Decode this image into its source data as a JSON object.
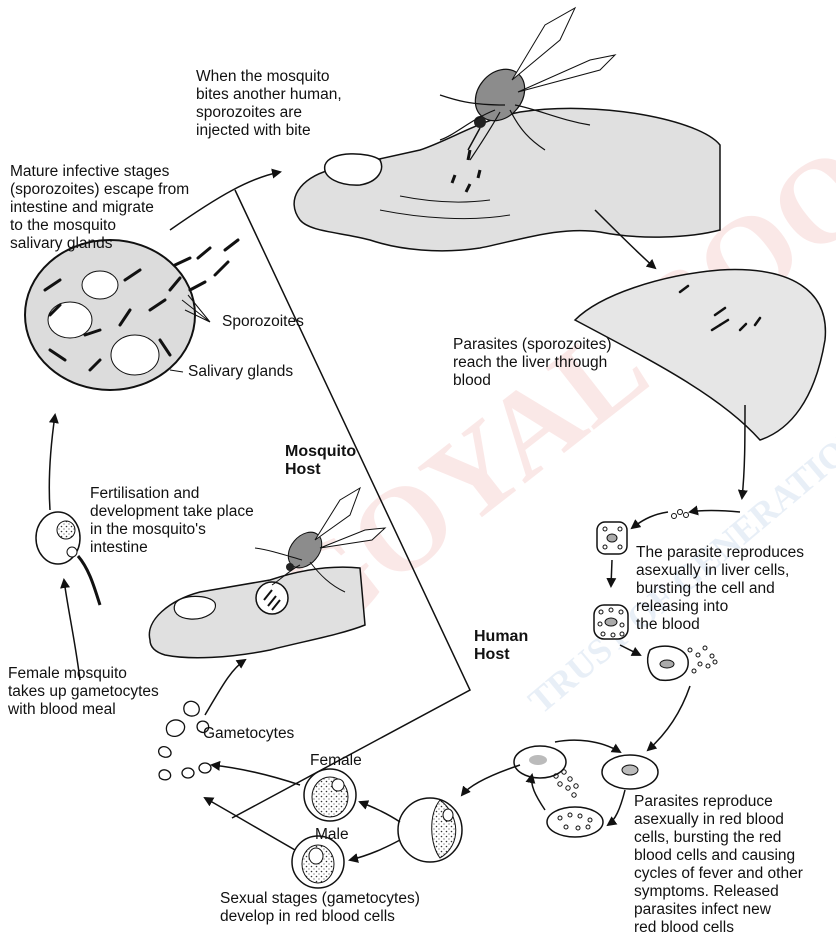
{
  "labels": {
    "bite_caption": [
      "When the mosquito",
      "bites another human,",
      "sporozoites are",
      "injected with bite"
    ],
    "sporozoites_escape": [
      "Mature infective stages",
      "(sporozoites) escape from",
      "intestine and migrate",
      "to the mosquito",
      "salivary glands"
    ],
    "sporozoites": "Sporozoites",
    "salivary_glands": "Salivary glands",
    "liver_reach": [
      "Parasites (sporozoites)",
      "reach the liver through",
      "blood"
    ],
    "mosquito_host": [
      "Mosquito",
      "Host"
    ],
    "human_host": [
      "Human",
      "Host"
    ],
    "fertilisation": [
      "Fertilisation and",
      "development take place",
      "in the mosquito's",
      "intestine"
    ],
    "liver_reproduction": [
      "The parasite reproduces",
      "asexually in liver cells,",
      "bursting the cell and",
      "releasing into",
      "the blood"
    ],
    "female_mosquito": [
      "Female mosquito",
      "takes up gametocytes",
      "with blood meal"
    ],
    "gametocytes": "Gametocytes",
    "female": "Female",
    "male": "Male",
    "rbc_reproduction": [
      "Parasites reproduce",
      "asexually in red blood",
      "cells, bursting the red",
      "blood cells and causing",
      "cycles of fever and other",
      "symptoms. Released",
      "parasites infect new",
      "red blood cells"
    ],
    "sexual_stages": [
      "Sexual stages (gametocytes)",
      "develop in red blood cells"
    ]
  },
  "watermark": {
    "arc_text": "GOYAL BOOKS",
    "tagline": "TRUST OF GENERATIONS",
    "color": "#d7261e",
    "blue": "#2a6cb5"
  },
  "colors": {
    "ink": "#111111",
    "gland_fill": "#dcdcdc",
    "mosquito_body": "#8c8c8c",
    "hand_fill": "#e0e0e0"
  }
}
